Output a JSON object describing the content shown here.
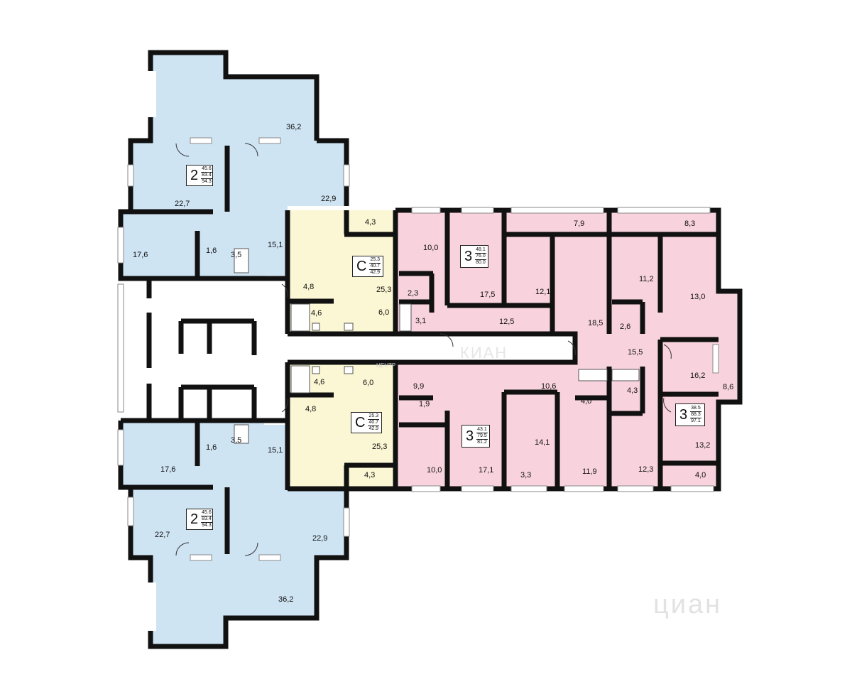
{
  "colors": {
    "blue": "#cfe4f3",
    "yellow": "#fbf7d4",
    "pink": "#f8d3de",
    "wall": "#111111",
    "window": "#ffffff",
    "watermark": "#d8d8d8"
  },
  "room_labels": {
    "tl_terrace": "36,2",
    "tl_room": "22,7",
    "tl_room2": "22,9",
    "tl_room3": "17,6",
    "tl_hall": "15,1",
    "tl_wc": "1,6",
    "tl_bath": "3,5",
    "bl_terrace": "36,2",
    "bl_room": "22,7",
    "bl_room2": "22,9",
    "bl_room3": "17,6",
    "bl_hall": "15,1",
    "bl_wc": "1,6",
    "bl_bath": "3,5",
    "ty_balcony": "4,3",
    "ty_main": "25,3",
    "ty_hall": "4,8",
    "ty_bath": "4,6",
    "ty_kitchen": "6,0",
    "by_balcony": "4,3",
    "by_main": "25,3",
    "by_hall": "4,8",
    "by_bath": "4,6",
    "by_kitchen": "6,0",
    "tp1_kitchen": "10,0",
    "tp1_wc": "2,3",
    "tp1_bath": "3,1",
    "tp1_room": "17,5",
    "tp1_hall": "12,5",
    "tp2_balcony": "7,9",
    "tp2_room": "12,1",
    "tp2_room2": "18,5",
    "tp3_balcony": "8,3",
    "tp3_room": "11,2",
    "tp3_room2": "13,0",
    "tp3_wc": "2,6",
    "tp3_hall": "15,5",
    "tp3_room3": "16,2",
    "tp3_loggia": "8,6",
    "tp3_bath": "4,3",
    "tp3_bath2": "4,0",
    "tp3_room4": "13,2",
    "tp3_kitchen": "12,3",
    "tp3_balcony2": "4,0",
    "bp1_hall": "9,9",
    "bp1_wc": "1,9",
    "bp1_kitchen": "10,0",
    "bp1_room": "17,1",
    "bp2_hall": "10,6",
    "bp2_room": "14,1",
    "bp2_wc": "3,3",
    "bp2_room2": "11,9"
  },
  "tags": {
    "tl": {
      "code": "2",
      "a": "45.6",
      "b": "83.4",
      "c": "94.3"
    },
    "bl": {
      "code": "2",
      "a": "45.6",
      "b": "83.4",
      "c": "94.3"
    },
    "ty": {
      "code": "С",
      "a": "25.3",
      "b": "40.7",
      "c": "42.9"
    },
    "by": {
      "code": "С",
      "a": "25.3",
      "b": "40.7",
      "c": "42.9"
    },
    "tp": {
      "code": "3",
      "a": "48.1",
      "b": "76.0",
      "c": "80.0"
    },
    "bp": {
      "code": "3",
      "a": "43.1",
      "b": "79.5",
      "c": "81.2"
    },
    "rp": {
      "code": "3",
      "a": "38.5",
      "b": "88.3",
      "c": "97.1"
    }
  },
  "watermarks": {
    "center_top": "ЦЕНТР",
    "center_right": "КИАН",
    "corner": "циан"
  }
}
